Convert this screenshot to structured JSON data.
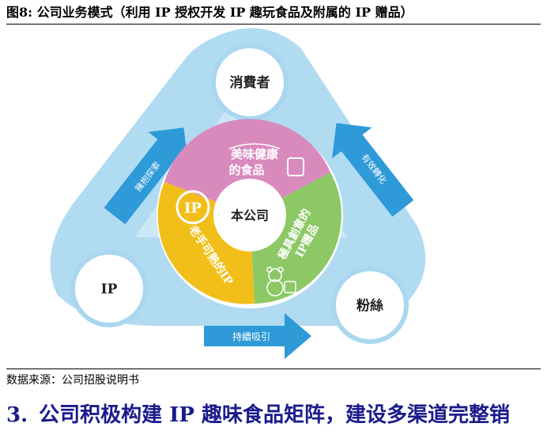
{
  "figure_title": "图8:  公司业务模式（利用 IP 授权开发 IP 趣玩食品及附属的 IP 赠品）",
  "nodes": {
    "consumer": "消費者",
    "ip": "IP",
    "fans": "粉絲",
    "company": "本公司"
  },
  "flows": {
    "explore": "擁抱探索",
    "convert": "有效轉化",
    "attract": "持續吸引"
  },
  "segments": {
    "food_line1": "美味健康",
    "food_line2": "的食品",
    "gift_line1": "極具創意的",
    "gift_line2": "IP贈品",
    "ip_line1": "老手可熱的IP",
    "ip_badge": "IP"
  },
  "colors": {
    "triangle": "#a9d7ef",
    "node": "#e8f4fb",
    "arrow": "#2e9ad8",
    "pink": "#d98abd",
    "green": "#8cc866",
    "yellow": "#f2bf1a"
  },
  "source": "数据来源：公司招股说明书",
  "section": {
    "number": "3.",
    "heading": "公司积极构建 IP 趣味食品矩阵，建设多渠道完整销"
  }
}
